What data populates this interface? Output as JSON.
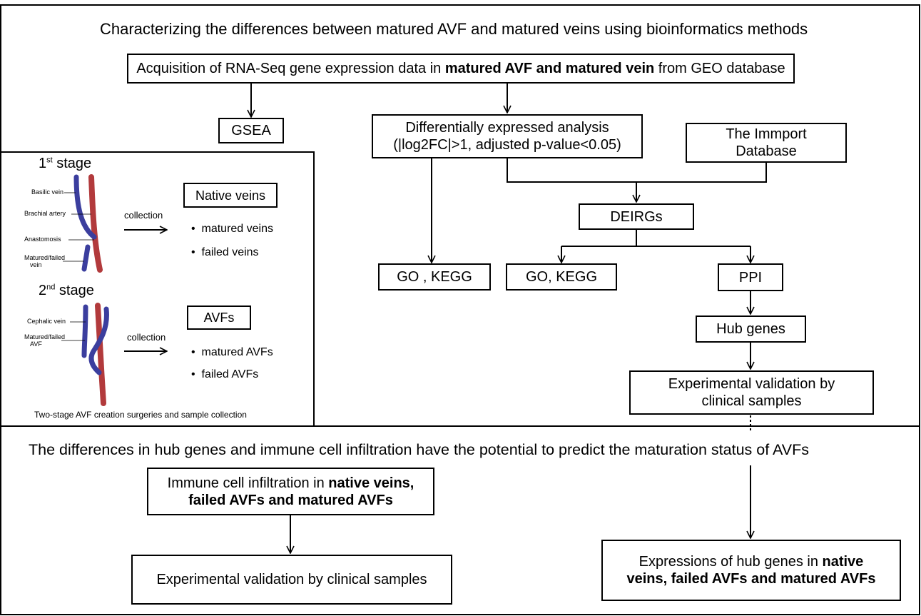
{
  "top_section": {
    "title": "Characterizing the differences between matured AVF and matured veins using bioinformatics methods",
    "acquisition": {
      "prefix": "Acquisition of RNA-Seq gene expression data in ",
      "bold": "matured AVF and matured vein",
      "suffix": " from GEO database"
    },
    "gsea": "GSEA",
    "dea_line1": "Differentially expressed analysis",
    "dea_line2": "(|log2FC|>1, adjusted p-value<0.05)",
    "immport_line1": "The Immport",
    "immport_line2": "Database",
    "deirgs": "DEIRGs",
    "go_kegg_left": "GO , KEGG",
    "go_kegg_mid": "GO, KEGG",
    "ppi": "PPI",
    "hub_genes": "Hub genes",
    "validation_line1": "Experimental validation by",
    "validation_line2": "clinical samples"
  },
  "inset": {
    "stage1_num": "1",
    "stage1_sup": "st",
    "stage1_word": " stage",
    "stage2_num": "2",
    "stage2_sup": "nd",
    "stage2_word": " stage",
    "labels1": {
      "basilic": "Basilic vein",
      "brachial": "Brachial artery",
      "anastomosis": "Anastomosis",
      "matured_failed_line1": "Matured/failed",
      "matured_failed_line2": "vein"
    },
    "labels2": {
      "cephalic": "Cephalic vein",
      "matured_failed_line1": "Matured/failed",
      "matured_failed_line2": "AVF"
    },
    "collection1": "collection",
    "collection2": "collection",
    "native_veins": "Native veins",
    "native_bullets": [
      "matured veins",
      "failed veins"
    ],
    "avfs": "AVFs",
    "avf_bullets": [
      "matured AVFs",
      "failed AVFs"
    ],
    "caption": "Two-stage AVF creation surgeries and sample collection",
    "colors": {
      "vein": "#3b3e9e",
      "artery": "#b23a3c"
    }
  },
  "bottom_section": {
    "title": "The differences in hub genes and immune cell infiltration have the potential to predict the maturation status of AVFs",
    "immune_line1_prefix": "Immune cell infiltration in ",
    "immune_line1_bold": "native veins,",
    "immune_line2_bold": "failed AVFs and matured AVFs",
    "validation": "Experimental validation by clinical samples",
    "expressions_line1_prefix": "Expressions of hub genes in ",
    "expressions_line1_bold": "native",
    "expressions_line2_bold": "veins, failed AVFs and matured AVFs"
  }
}
